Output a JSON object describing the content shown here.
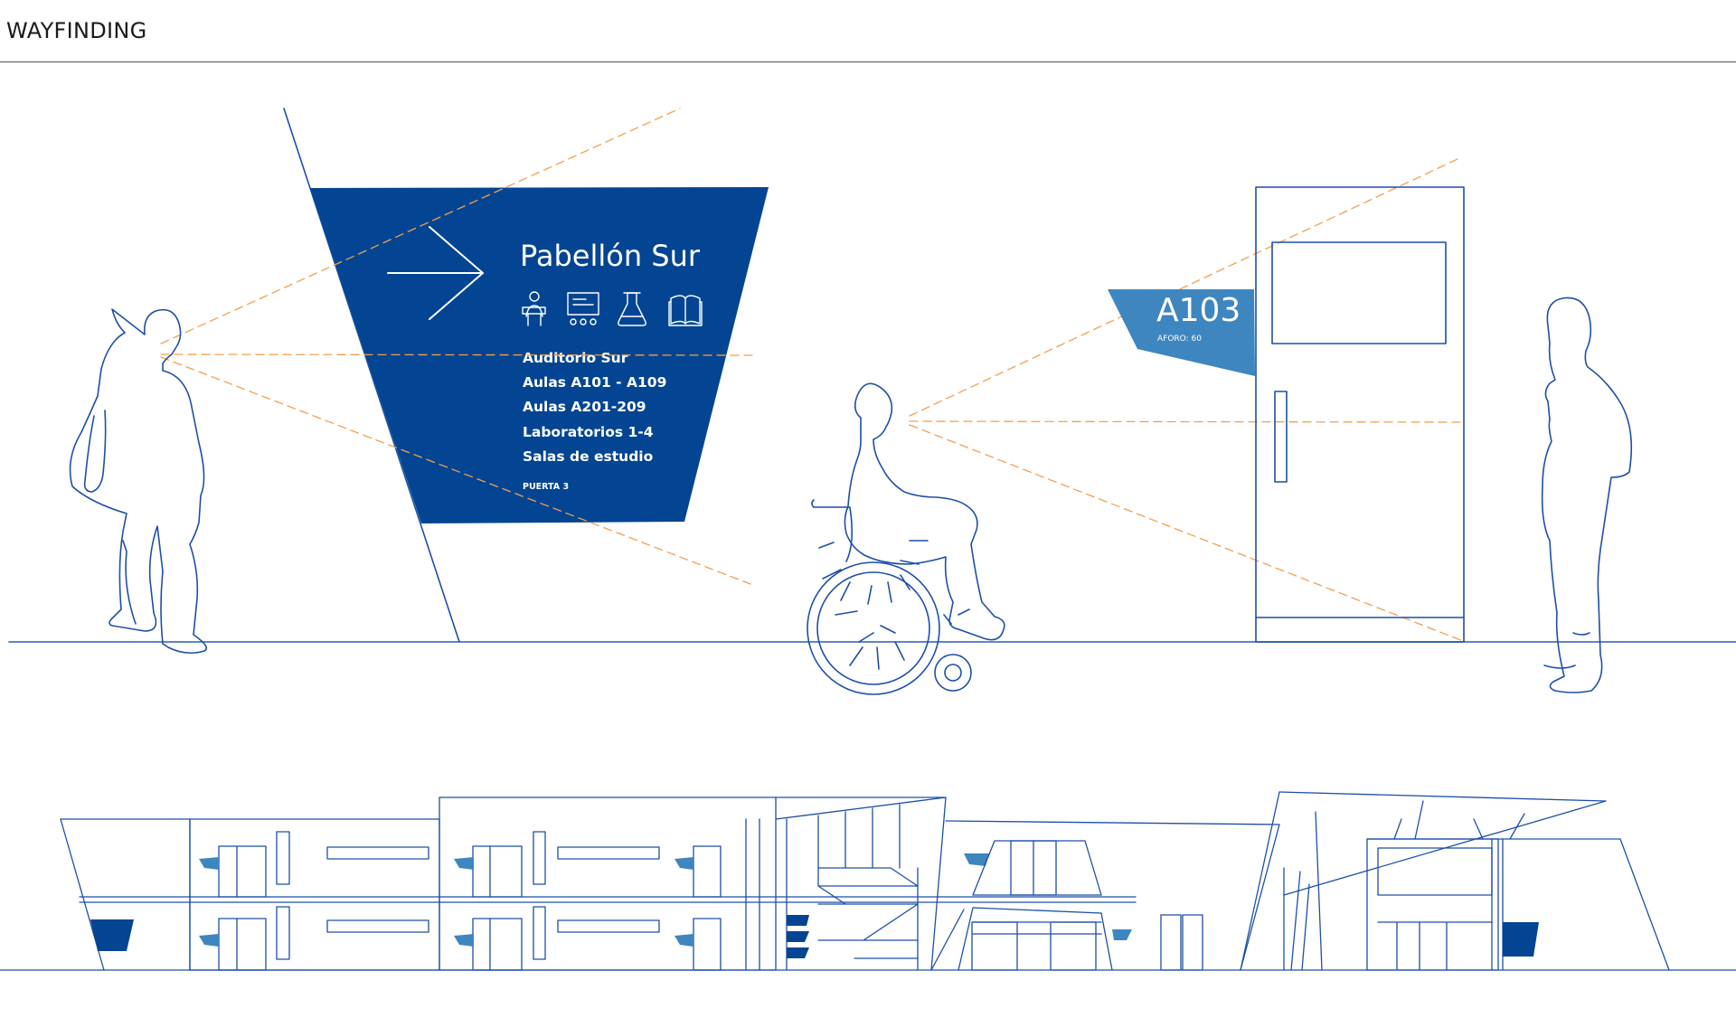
{
  "header": {
    "title": "WAYFINDING"
  },
  "directional_sign": {
    "title": "Pabellón Sur",
    "icons": [
      "lecture-icon",
      "classroom-icon",
      "lab-flask-icon",
      "book-icon"
    ],
    "destinations": [
      "Auditorio Sur",
      "Aulas A101 - A109",
      "Aulas A201-209",
      "Laboratorios 1-4",
      "Salas de estudio"
    ],
    "gate": "PUERTA 3"
  },
  "room_sign": {
    "code": "A103",
    "capacity": "AFORO: 60"
  },
  "colors": {
    "line": "#1d4fa8",
    "sign_dark": "#034592",
    "sign_light": "#3d86c0",
    "sightline": "#f2a04e",
    "ground": "#2b5fb4"
  }
}
